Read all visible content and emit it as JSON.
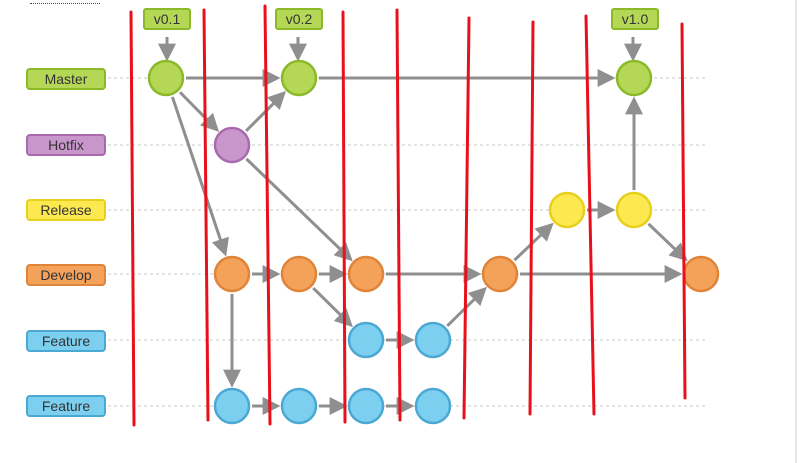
{
  "branches": [
    {
      "label": "Master",
      "bg": "#b4d855",
      "border": "#8bb92a"
    },
    {
      "label": "Hotfix",
      "bg": "#c996cc",
      "border": "#a86aad"
    },
    {
      "label": "Release",
      "bg": "#fce94f",
      "border": "#e7cf1e"
    },
    {
      "label": "Develop",
      "bg": "#f4a259",
      "border": "#e0843a"
    },
    {
      "label": "Feature",
      "bg": "#7ccfee",
      "border": "#4ba8d3"
    },
    {
      "label": "Feature",
      "bg": "#7ccfee",
      "border": "#4ba8d3"
    }
  ],
  "tags": [
    "v0.1",
    "v0.2",
    "v1.0"
  ],
  "colors": {
    "arrow": "#8f8f8f",
    "guide": "#c8c8c8",
    "annotation_line": "#e8101a"
  }
}
